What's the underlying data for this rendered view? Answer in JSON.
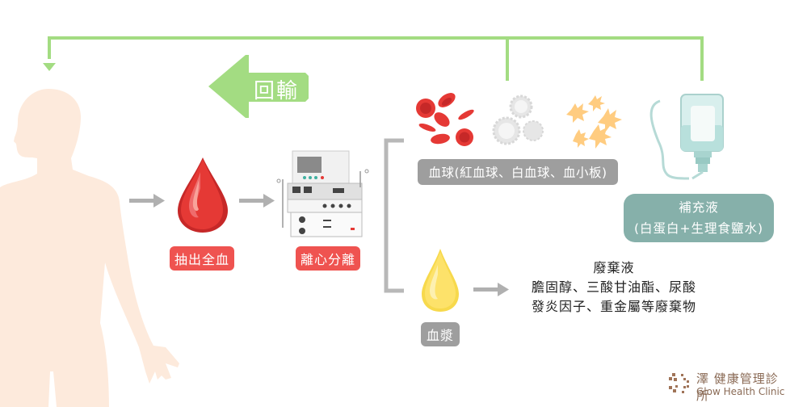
{
  "diagram": {
    "title_arrow": {
      "label": "回輸",
      "color": "#a3dc82"
    },
    "steps": [
      {
        "id": "draw",
        "label": "抽出全血",
        "icon": "blood-drop-icon"
      },
      {
        "id": "separate",
        "label": "離心分離",
        "icon": "apheresis-machine-icon"
      }
    ],
    "outputs": {
      "cells": {
        "label": "血球(紅血球、白血球、血小板)",
        "icons": [
          "red-blood-cells-icon",
          "white-blood-cells-icon",
          "platelets-icon"
        ]
      },
      "plasma": {
        "label": "血漿",
        "icon": "plasma-drop-icon"
      },
      "replacement": {
        "line1": "補充液",
        "line2": "(白蛋白+生理食鹽水)",
        "icon": "iv-bag-icon"
      },
      "waste": {
        "title": "廢棄液",
        "line1": "膽固醇、三酸甘油酯、尿酸",
        "line2": "發炎因子、重金屬等廢棄物"
      }
    },
    "colors": {
      "return_line": "#a3dc82",
      "flow_arrow": "#b0b0b0",
      "tag_red": "#ef5350",
      "tag_gray": "#9e9e9e",
      "tag_teal": "#86b0aa",
      "body": "#fdeadc"
    }
  },
  "logo": {
    "name_cn": "澤 健康管理診所",
    "name_en": "Glow Health Clinic"
  }
}
